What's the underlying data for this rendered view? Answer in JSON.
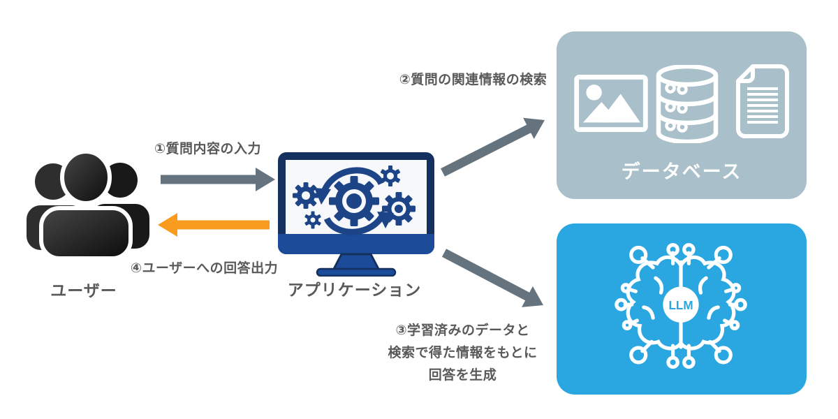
{
  "diagram": {
    "type": "flow-diagram",
    "topic": "LLM RAG application flow",
    "nodes": {
      "user": {
        "label": "ユーザー"
      },
      "application": {
        "label": "アプリケーション"
      },
      "database": {
        "label": "データベース",
        "icons": [
          "image-icon",
          "database-icon",
          "document-icon"
        ]
      },
      "llm": {
        "label": "LLM",
        "icon": "brain-circuit-icon"
      }
    },
    "arrows": {
      "step1": {
        "label": "①質問内容の入力",
        "from": "user",
        "to": "application",
        "color": "#64737d"
      },
      "step2": {
        "label": "②質問の関連情報の検索",
        "from": "application",
        "to": "database",
        "color": "#64737d"
      },
      "step3": {
        "lines": [
          "③学習済みのデータと",
          "検索で得た情報をもとに",
          "回答を生成"
        ],
        "from": "application",
        "to": "llm",
        "color": "#64737d"
      },
      "step4": {
        "label": "④ユーザーへの回答出力",
        "from": "application",
        "to": "user",
        "color": "#f89b1e"
      }
    },
    "colors": {
      "background": "#ffffff",
      "arrow_gray": "#64737d",
      "arrow_orange": "#f89b1e",
      "database_card_bg": "#a9bfc9",
      "llm_card_bg": "#2aa7e0",
      "monitor_frame_navy": "#14305f",
      "monitor_blue": "#1c4b9a",
      "gear_navy": "#1d4486",
      "label_text": "#595959",
      "card_icon_white": "#ffffff"
    }
  }
}
